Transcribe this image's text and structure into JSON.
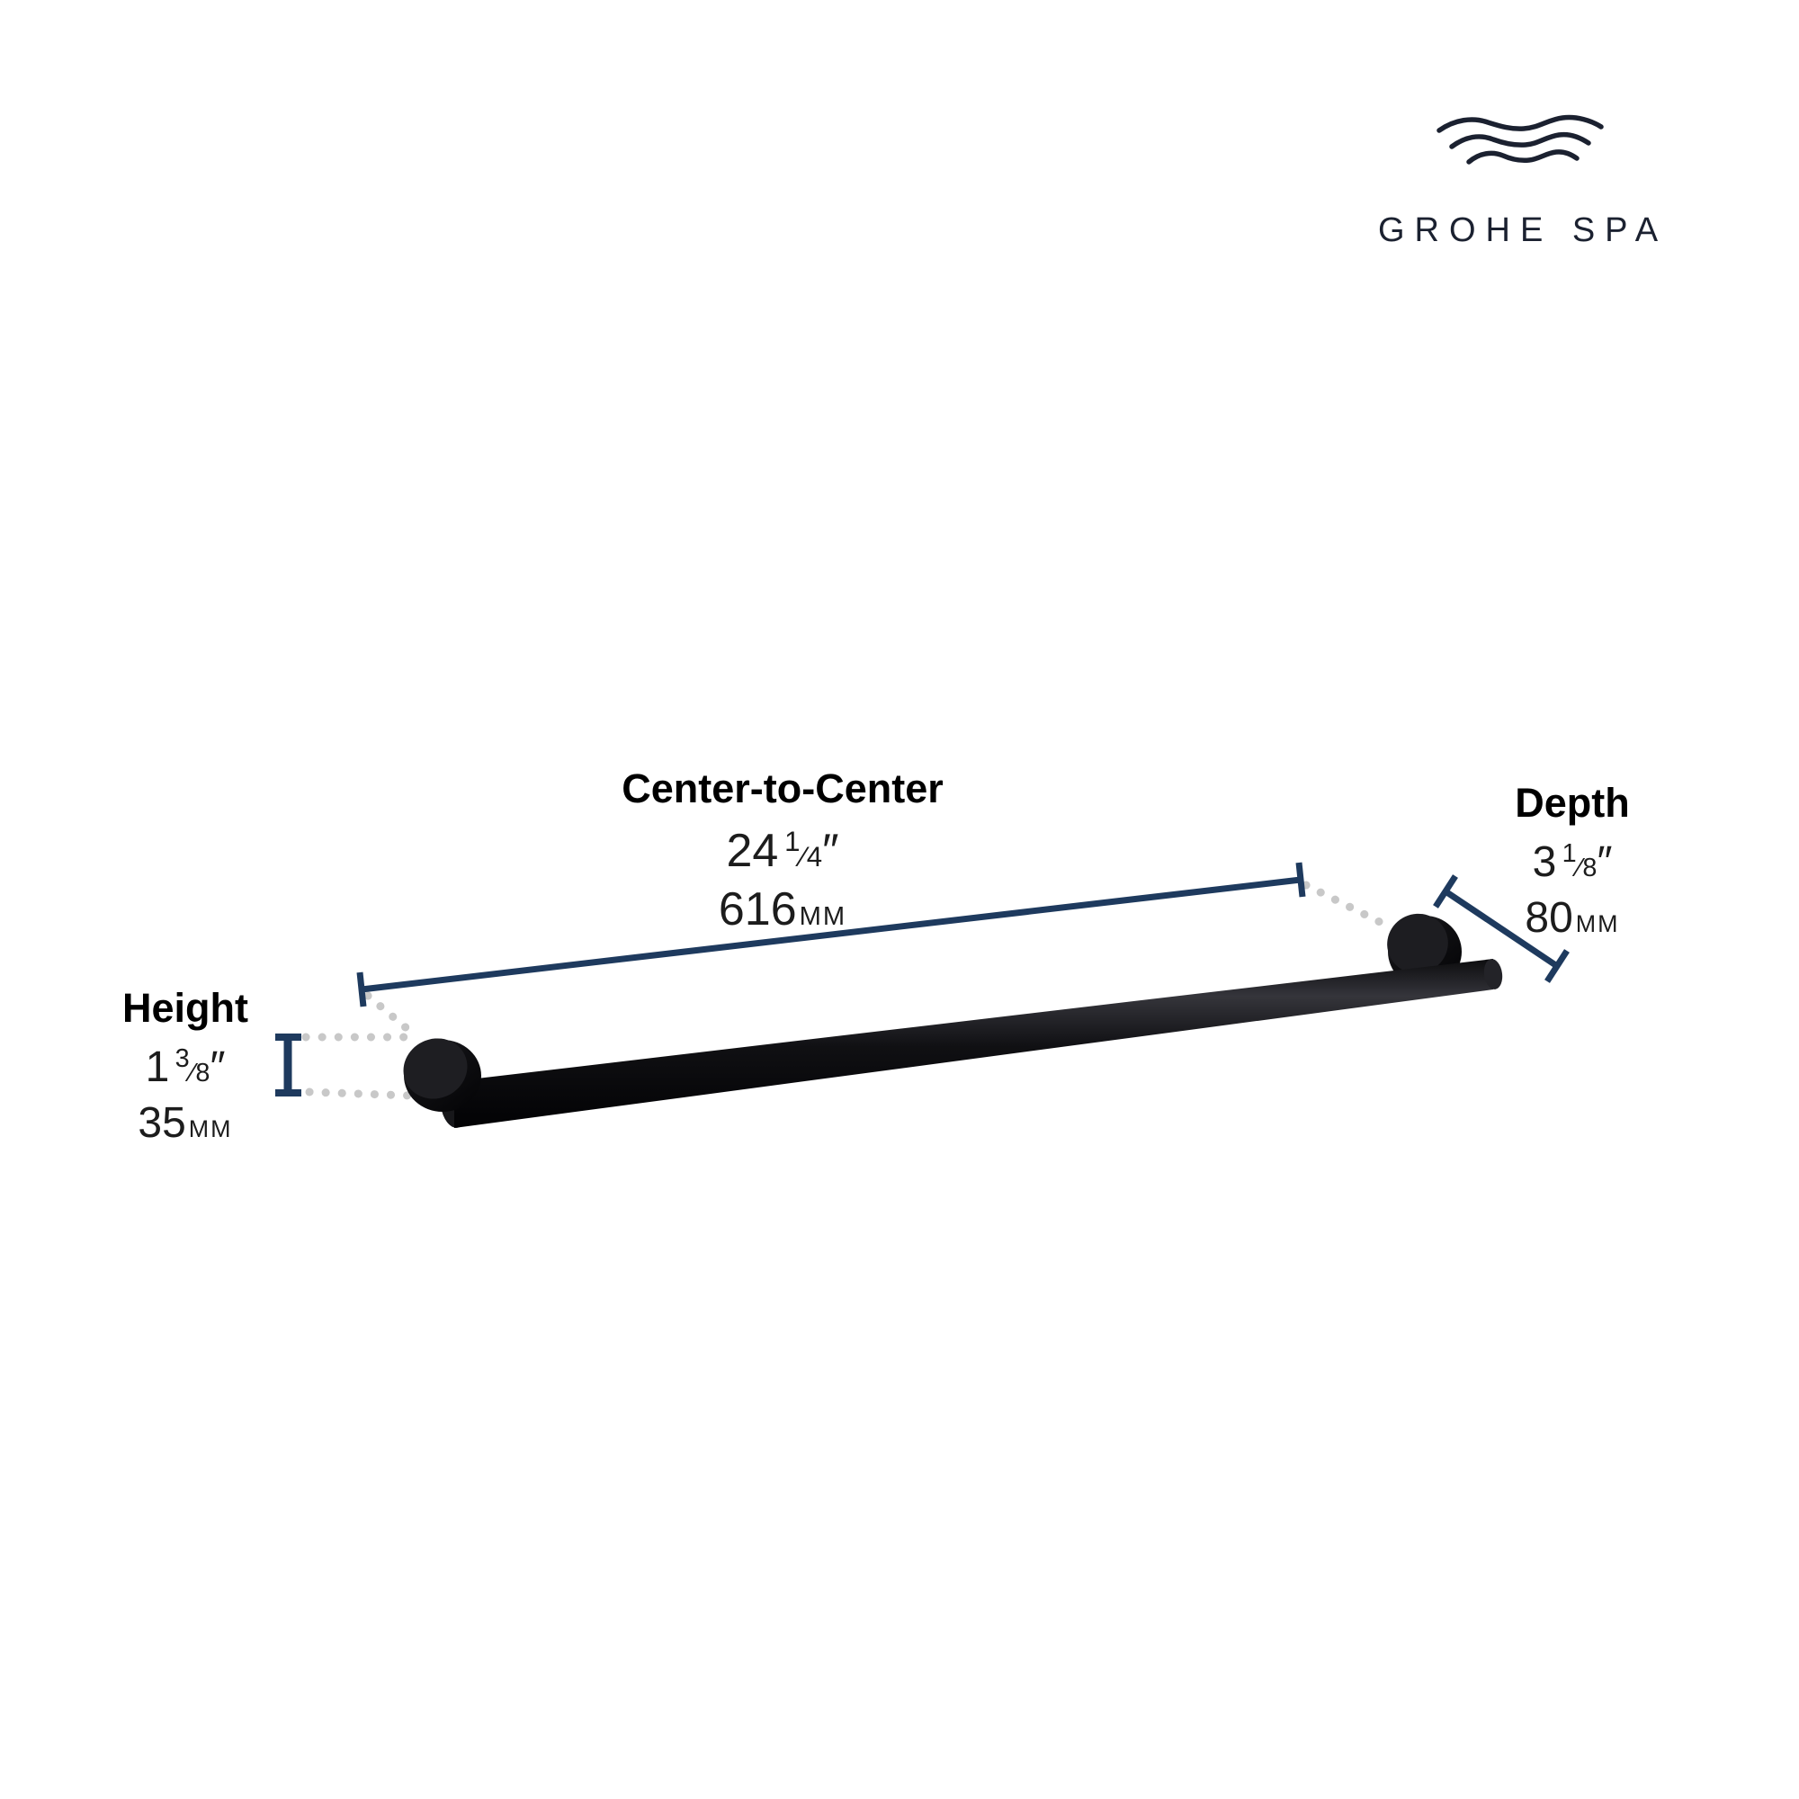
{
  "brand": {
    "name": "GROHE SPA",
    "icon": "waves-icon"
  },
  "annotations": {
    "center_to_center": {
      "label": "Center-to-Center",
      "inches_whole": "24",
      "frac_numerator": "1",
      "frac_slash": "⁄",
      "frac_denominator": "4",
      "inch_mark": "″",
      "metric_value": "616",
      "metric_unit": "MM"
    },
    "depth": {
      "label": "Depth",
      "inches_whole": "3",
      "frac_numerator": "1",
      "frac_slash": "⁄",
      "frac_denominator": "8",
      "inch_mark": "″",
      "metric_value": "80",
      "metric_unit": "MM"
    },
    "height": {
      "label": "Height",
      "inches_whole": "1",
      "frac_numerator": "3",
      "frac_slash": "⁄",
      "frac_denominator": "8",
      "inch_mark": "″",
      "metric_value": "35",
      "metric_unit": "MM"
    }
  },
  "colors": {
    "dimension_line": "#1e3a5e",
    "extension_dots": "#c8c8c8",
    "title_text": "#000000",
    "number_text": "#1c1c1c",
    "product_black": "#0e0e10",
    "logo_ink": "#1b2130",
    "background": "#ffffff"
  }
}
